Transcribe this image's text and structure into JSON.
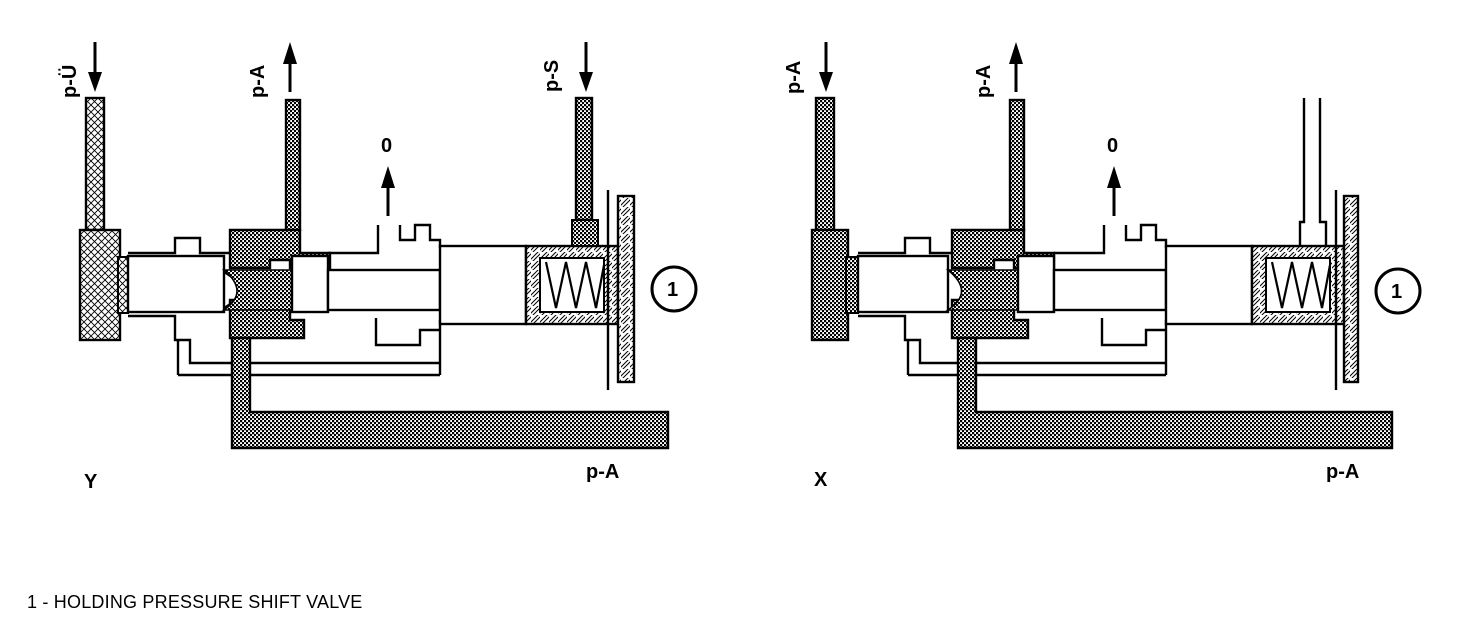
{
  "left_panel": {
    "view_label": "Y",
    "port_top_1": "p-Ü",
    "port_top_2": "p-A",
    "port_top_3": "p-S",
    "exhaust": "0",
    "line_bottom": "p-A",
    "callout": "1"
  },
  "right_panel": {
    "view_label": "X",
    "port_top_1": "p-A",
    "port_top_2": "p-A",
    "exhaust": "0",
    "line_bottom": "p-A",
    "callout": "1"
  },
  "caption": "1 - HOLDING PRESSURE SHIFT VALVE"
}
